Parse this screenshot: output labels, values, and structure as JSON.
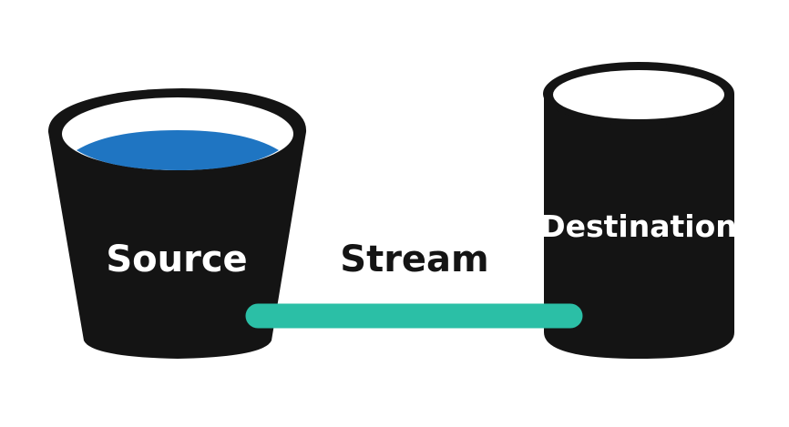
{
  "labels": {
    "source": "Source",
    "stream": "Stream",
    "destination": "Destination"
  },
  "colors": {
    "background": "#ffffff",
    "container_fill": "#141414",
    "container_rim": "#ffffff",
    "liquid": "#1f75c2",
    "stream_pipe": "#2bbfa6",
    "source_text": "#ffffff",
    "stream_text": "#141414",
    "destination_text": "#ffffff"
  }
}
